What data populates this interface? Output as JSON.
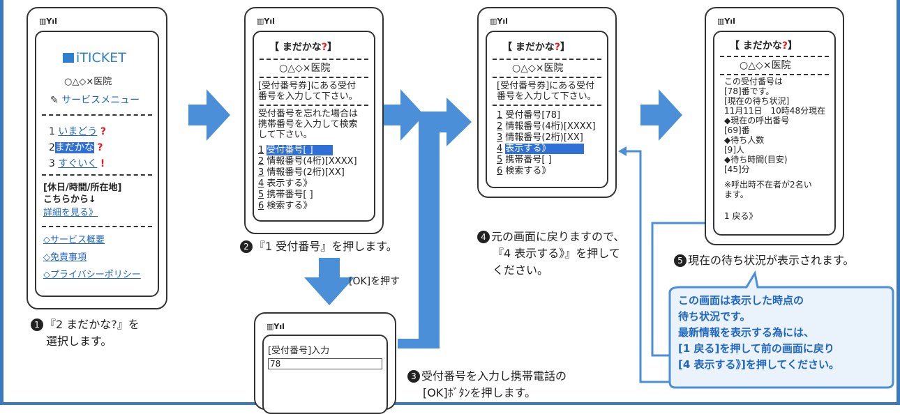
{
  "phone1": {
    "logo": "iTICKET",
    "clinic": "○△◇×医院",
    "service_menu": "サービスメニュー",
    "menu": [
      {
        "num": "1",
        "label": "いまどう"
      },
      {
        "num": "2",
        "label": "まだかな"
      },
      {
        "num": "3",
        "label": "すぐいく"
      }
    ],
    "info_line1": "[休日/時間/所在地]",
    "info_line2": "こちらから↓",
    "detail_link": "詳細を見る》",
    "links": [
      "◇サービス概要",
      "◇免責事項",
      "◇プライバシーポリシー"
    ]
  },
  "phone2": {
    "title_open": "【 まだかな",
    "title_close": "】",
    "clinic": "○△◇×医院",
    "instr1": "[受付番号券]にある受付",
    "instr2": "番号を入力して下さい。",
    "forgot1": "受付番号を忘れた場合は",
    "forgot2": "携帯番号を入力して検索",
    "forgot3": "して下さい。",
    "items": [
      {
        "num": "1",
        "label": "受付番号[ ]"
      },
      {
        "num": "2",
        "label": "情報番号(4桁)[XXXX]"
      },
      {
        "num": "3",
        "label": "情報番号(2桁)[XX]"
      },
      {
        "num": "4",
        "label": "表示する》"
      },
      {
        "num": "5",
        "label": "携帯番号[ ]"
      },
      {
        "num": "6",
        "label": "検索する》"
      }
    ]
  },
  "phone3": {
    "title_open": "【 まだかな",
    "title_close": "】",
    "clinic": "○△◇×医院",
    "instr1": "[受付番号券]にある受付",
    "instr2": "番号を入力して下さい。",
    "items": [
      {
        "num": "1",
        "label": "受付番号[78]"
      },
      {
        "num": "2",
        "label": "情報番号(4桁)[XXXX]"
      },
      {
        "num": "3",
        "label": "情報番号(2桁)[XX]"
      },
      {
        "num": "4",
        "label": "表示する》"
      },
      {
        "num": "5",
        "label": "携帯番号[ ]"
      },
      {
        "num": "6",
        "label": "検索する》"
      }
    ]
  },
  "phone4": {
    "title_open": "【 まだかな",
    "title_close": "】",
    "clinic": "○△◇×医院",
    "lines": [
      "この受付番号は",
      "[78]番です。",
      "[現在の待ち状況]",
      "11月11日　10時48分現在",
      "◆現在の呼出番号",
      "[69]番",
      "◆待ち人数",
      "[9]人",
      "◆待ち時間(目安)",
      "[45]分"
    ],
    "note1": "※呼出時不在者が2名い",
    "note2": "ます。",
    "back": "1 戻る》"
  },
  "phone5": {
    "label": "[受付番号]入力",
    "value": "78"
  },
  "signal": "▥Yıl",
  "question_mark": "?",
  "exclaim_mark": "!",
  "ok_label": "[OK]を押す",
  "steps": {
    "s1_num": "1",
    "s1_l1": "『2 まだかな?』を",
    "s1_l2": "選択します。",
    "s2_num": "2",
    "s2_l1": "『1 受付番号』を押します。",
    "s3_num": "3",
    "s3_l1": "受付番号を入力し携帯電話の",
    "s3_l2": "[OK]ﾎﾞﾀﾝを押します。",
    "s4_num": "4",
    "s4_l1": "元の画面に戻りますので、",
    "s4_l2": "『4 表示する》』を押して",
    "s4_l3": "ください。",
    "s5_num": "5",
    "s5_l1": "現在の待ち状況が表示されます。"
  },
  "callout": [
    "この画面は表示した時点の",
    "待ち状況です。",
    "最新情報を表示する為には、",
    "[1 戻る]を押して前の画面に戻り",
    "[4 表示する》]を押してください。"
  ]
}
